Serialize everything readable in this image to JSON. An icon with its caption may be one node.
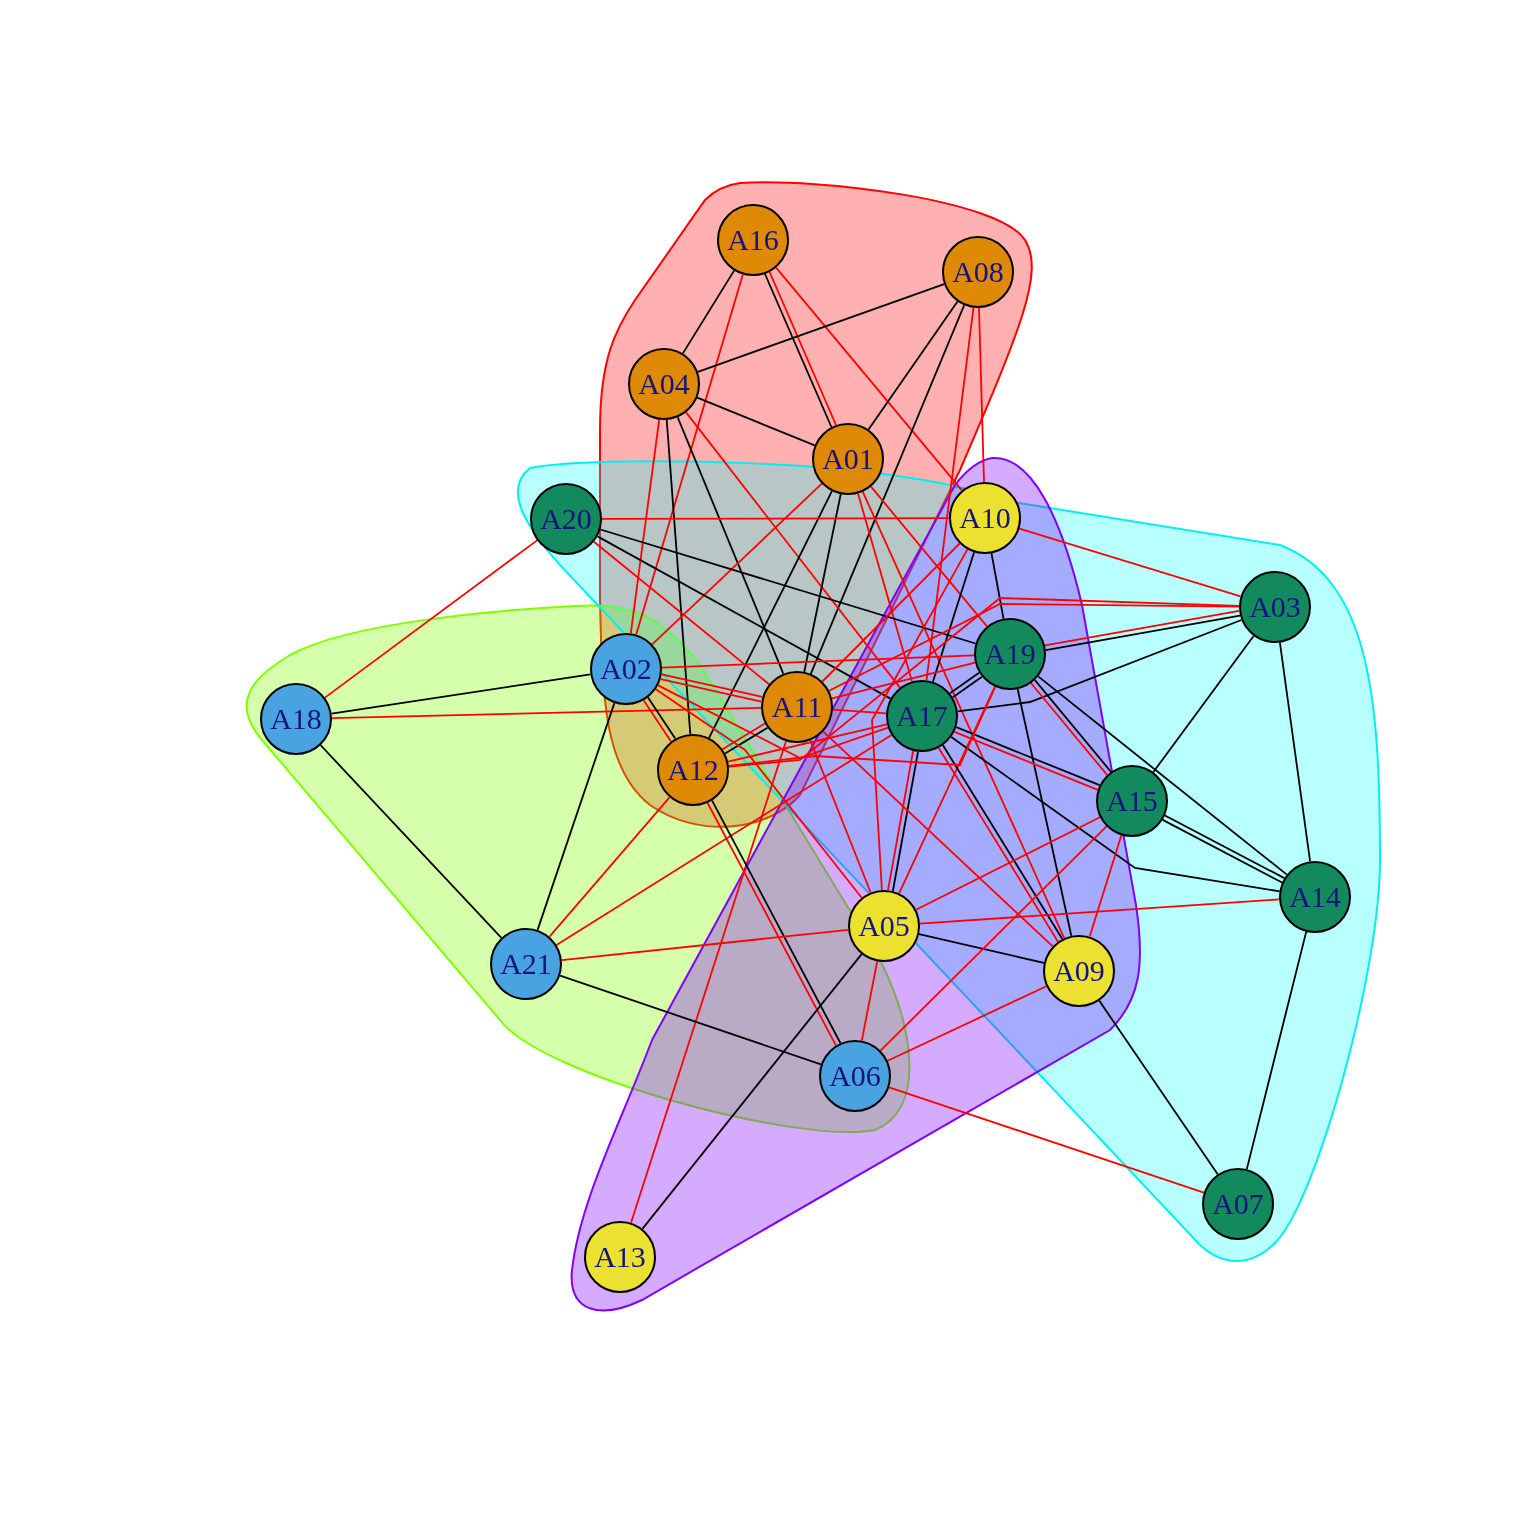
{
  "diagram": {
    "nodes": [
      {
        "text": [
          "A16"
        ]
      },
      {
        "text": [
          "A08"
        ]
      },
      {
        "text": [
          "A04"
        ]
      },
      {
        "text": [
          "A01"
        ]
      },
      {
        "text": [
          "A20"
        ]
      },
      {
        "text": [
          "A10"
        ]
      },
      {
        "text": [
          "A03"
        ]
      },
      {
        "text": [
          "A19"
        ]
      },
      {
        "text": [
          "A02"
        ]
      },
      {
        "text": [
          "A11"
        ]
      },
      {
        "text": [
          "A17"
        ]
      },
      {
        "text": [
          "A18"
        ]
      },
      {
        "text": [
          "A12"
        ]
      },
      {
        "text": [
          "A15"
        ]
      },
      {
        "text": [
          "A14"
        ]
      },
      {
        "text": [
          "A05"
        ]
      },
      {
        "text": [
          "A21"
        ]
      },
      {
        "text": [
          "A09"
        ]
      },
      {
        "text": [
          "A06"
        ]
      },
      {
        "text": [
          "A07"
        ]
      },
      {
        "text": [
          "A13"
        ]
      }
    ],
    "edges": [
      {
        "from": 0,
        "to": 2,
        "arrow": "none",
        "color": "#000000"
      },
      {
        "from": 0,
        "to": 8,
        "arrow": "none"
      },
      {
        "from": 0,
        "to": 3,
        "arrow": "none"
      },
      {
        "from": 0,
        "to": 3,
        "arrow": "none",
        "color": "#000000"
      },
      {
        "from": 0,
        "to": 5,
        "arrow": "none"
      },
      {
        "from": 1,
        "to": 2,
        "arrow": "none",
        "color": "#000000"
      },
      {
        "from": 1,
        "to": 3,
        "arrow": "none",
        "color": "#000000"
      },
      {
        "from": 1,
        "to": 9,
        "arrow": "none",
        "color": "#000000"
      },
      {
        "from": 1,
        "to": 10,
        "arrow": "none"
      },
      {
        "from": 1,
        "to": 5,
        "arrow": "none"
      },
      {
        "from": 2,
        "to": 3,
        "arrow": "none",
        "color": "#000000"
      },
      {
        "from": 2,
        "to": 8,
        "arrow": "none"
      },
      {
        "from": 2,
        "to": 12,
        "arrow": "none",
        "color": "#000000"
      },
      {
        "from": 2,
        "to": 9,
        "arrow": "none",
        "color": "#000000"
      },
      {
        "from": 2,
        "to": 10,
        "arrow": "none"
      },
      {
        "from": 3,
        "to": 8,
        "arrow": "none"
      },
      {
        "from": 3,
        "to": 12,
        "arrow": "none",
        "color": "#000000"
      },
      {
        "from": 3,
        "to": 9,
        "arrow": "none",
        "color": "#000000"
      },
      {
        "from": 3,
        "to": 17,
        "arrow": "none"
      },
      {
        "from": 3,
        "to": 10,
        "arrow": "none"
      },
      {
        "from": 3,
        "to": 7,
        "arrow": "none"
      },
      {
        "from": 4,
        "to": 5,
        "arrow": "none"
      },
      {
        "from": 4,
        "to": 11,
        "arrow": "none"
      },
      {
        "from": 4,
        "to": 7,
        "arrow": "none",
        "color": "#000000"
      },
      {
        "from": 4,
        "to": 10,
        "arrow": "none",
        "color": "#000000"
      },
      {
        "from": 4,
        "to": 9,
        "arrow": "none"
      },
      {
        "from": 5,
        "to": 6,
        "arrow": "none"
      },
      {
        "from": 5,
        "to": 7,
        "arrow": "none",
        "color": "#000000"
      },
      {
        "from": 5,
        "to": 10,
        "arrow": "none",
        "color": "#000000"
      },
      {
        "from": 5,
        "to": 9,
        "arrow": "none"
      },
      {
        "from": 5,
        "to": 15,
        "arrow": "none"
      },
      {
        "from": 6,
        "to": 7,
        "arrow": "none",
        "color": "#000000"
      },
      {
        "from": 6,
        "to": 7,
        "arrow": "none"
      },
      {
        "from": 6,
        "to": 10,
        "arrow": "none",
        "color": "#000000"
      },
      {
        "from": 6,
        "to": 9,
        "arrow": "none"
      },
      {
        "from": 6,
        "to": 12,
        "arrow": "none"
      },
      {
        "from": 6,
        "to": 13,
        "arrow": "none",
        "color": "#000000"
      },
      {
        "from": 6,
        "to": 14,
        "arrow": "none",
        "color": "#000000"
      },
      {
        "from": 7,
        "to": 10,
        "arrow": "none",
        "color": "#000000"
      },
      {
        "from": 7,
        "to": 10,
        "arrow": "none",
        "color": "#000000"
      },
      {
        "from": 7,
        "to": 13,
        "arrow": "none",
        "color": "#000000"
      },
      {
        "from": 7,
        "to": 13,
        "arrow": "none"
      },
      {
        "from": 7,
        "to": 14,
        "arrow": "none",
        "color": "#000000"
      },
      {
        "from": 7,
        "to": 17,
        "arrow": "none",
        "color": "#000000"
      },
      {
        "from": 7,
        "to": 15,
        "arrow": "none"
      },
      {
        "from": 7,
        "to": 8,
        "arrow": "none"
      },
      {
        "from": 7,
        "to": 9,
        "arrow": "none"
      },
      {
        "from": 10,
        "to": 13,
        "arrow": "none",
        "color": "#000000"
      },
      {
        "from": 10,
        "to": 13,
        "arrow": "none"
      },
      {
        "from": 10,
        "to": 14,
        "arrow": "none",
        "color": "#000000"
      },
      {
        "from": 10,
        "to": 15,
        "arrow": "none",
        "color": "#000000"
      },
      {
        "from": 10,
        "to": 15,
        "arrow": "none"
      },
      {
        "from": 10,
        "to": 17,
        "arrow": "none",
        "color": "#000000"
      },
      {
        "from": 10,
        "to": 17,
        "arrow": "none"
      },
      {
        "from": 10,
        "to": 9,
        "arrow": "none"
      },
      {
        "from": 10,
        "to": 8,
        "arrow": "none"
      },
      {
        "from": 10,
        "to": 12,
        "arrow": "none"
      },
      {
        "from": 10,
        "to": 16,
        "arrow": "none"
      },
      {
        "from": 9,
        "to": 8,
        "arrow": "none"
      },
      {
        "from": 9,
        "to": 8,
        "arrow": "none"
      },
      {
        "from": 9,
        "to": 11,
        "arrow": "none"
      },
      {
        "from": 9,
        "to": 12,
        "arrow": "none",
        "color": "#000000"
      },
      {
        "from": 9,
        "to": 12,
        "arrow": "none"
      },
      {
        "from": 9,
        "to": 15,
        "arrow": "none"
      },
      {
        "from": 9,
        "to": 17,
        "arrow": "none"
      },
      {
        "from": 9,
        "to": 20,
        "arrow": "none"
      },
      {
        "from": 12,
        "to": 8,
        "arrow": "none",
        "color": "#000000"
      },
      {
        "from": 12,
        "to": 8,
        "arrow": "none"
      },
      {
        "from": 12,
        "to": 18,
        "arrow": "none",
        "color": "#000000"
      },
      {
        "from": 12,
        "to": 18,
        "arrow": "none"
      },
      {
        "from": 12,
        "to": 16,
        "arrow": "none"
      },
      {
        "from": 12,
        "to": 7,
        "arrow": "none"
      },
      {
        "from": 8,
        "to": 15,
        "arrow": "none"
      },
      {
        "from": 8,
        "to": 11,
        "arrow": "none",
        "color": "#000000"
      },
      {
        "from": 8,
        "to": 16,
        "arrow": "none",
        "color": "#000000"
      },
      {
        "from": 16,
        "to": 11,
        "arrow": "none",
        "color": "#000000"
      },
      {
        "from": 16,
        "to": 15,
        "arrow": "none"
      },
      {
        "from": 16,
        "to": 18,
        "arrow": "none",
        "color": "#000000"
      },
      {
        "from": 15,
        "to": 17,
        "arrow": "none",
        "color": "#000000"
      },
      {
        "from": 15,
        "to": 18,
        "arrow": "none"
      },
      {
        "from": 15,
        "to": 20,
        "arrow": "none",
        "color": "#000000"
      },
      {
        "from": 15,
        "to": 13,
        "arrow": "none"
      },
      {
        "from": 15,
        "to": 14,
        "arrow": "none"
      },
      {
        "from": 13,
        "to": 14,
        "arrow": "none",
        "color": "#000000"
      },
      {
        "from": 13,
        "to": 14,
        "arrow": "none",
        "color": "#000000"
      },
      {
        "from": 13,
        "to": 18,
        "arrow": "none"
      },
      {
        "from": 13,
        "to": 17,
        "arrow": "none"
      },
      {
        "from": 17,
        "to": 18,
        "arrow": "none"
      },
      {
        "from": 17,
        "to": 19,
        "arrow": "none",
        "color": "#000000"
      },
      {
        "from": 18,
        "to": 19,
        "arrow": "none"
      },
      {
        "from": 14,
        "to": 19,
        "arrow": "none",
        "color": "#000000"
      }
    ]
  }
}
